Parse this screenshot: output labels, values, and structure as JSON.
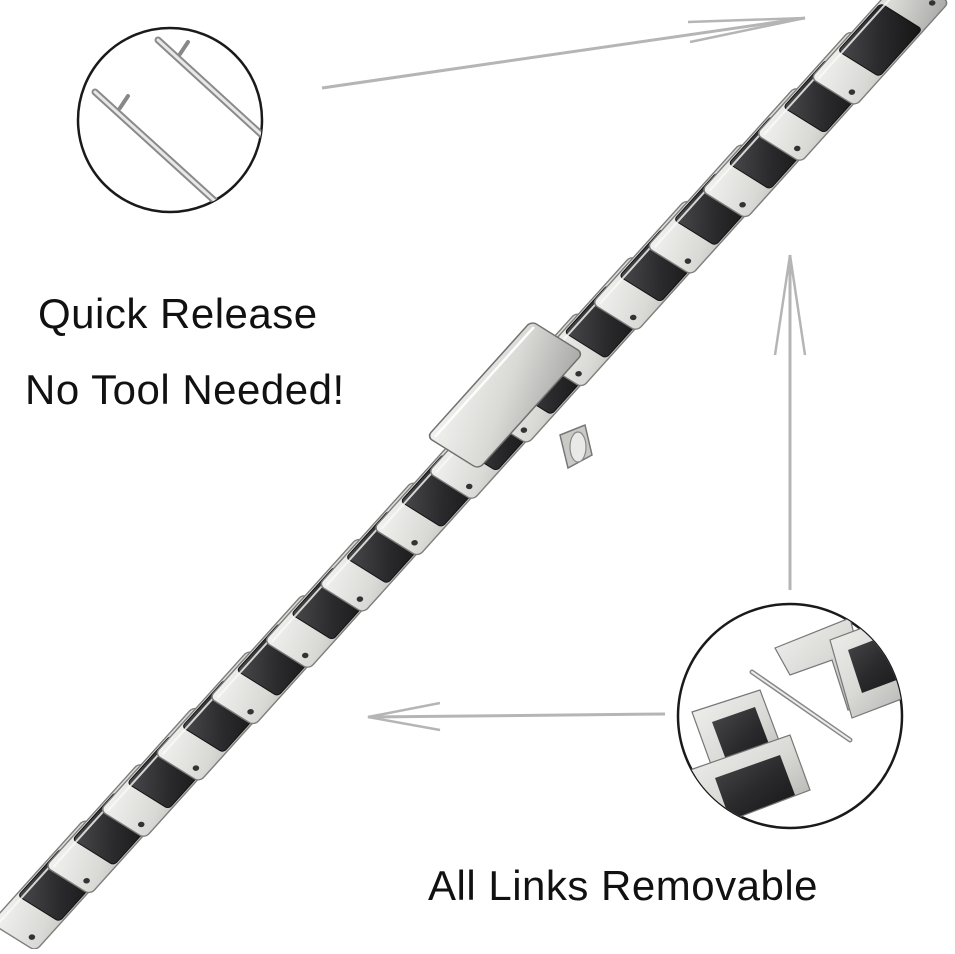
{
  "captions": {
    "quick_release": "Quick Release",
    "no_tool": "No Tool Needed!",
    "links_removable": "All Links Removable"
  },
  "colors": {
    "steel": "#d9d9d6",
    "steel_shade": "#a9aaa7",
    "black_link": "#2a2a2c",
    "arrow": "#b5b5b5",
    "outline": "#1a1a1a"
  },
  "icons": {
    "callout_pins": "spring-bar-pins-icon",
    "callout_links": "removed-link-icon",
    "clasp": "butterfly-clasp-icon"
  }
}
